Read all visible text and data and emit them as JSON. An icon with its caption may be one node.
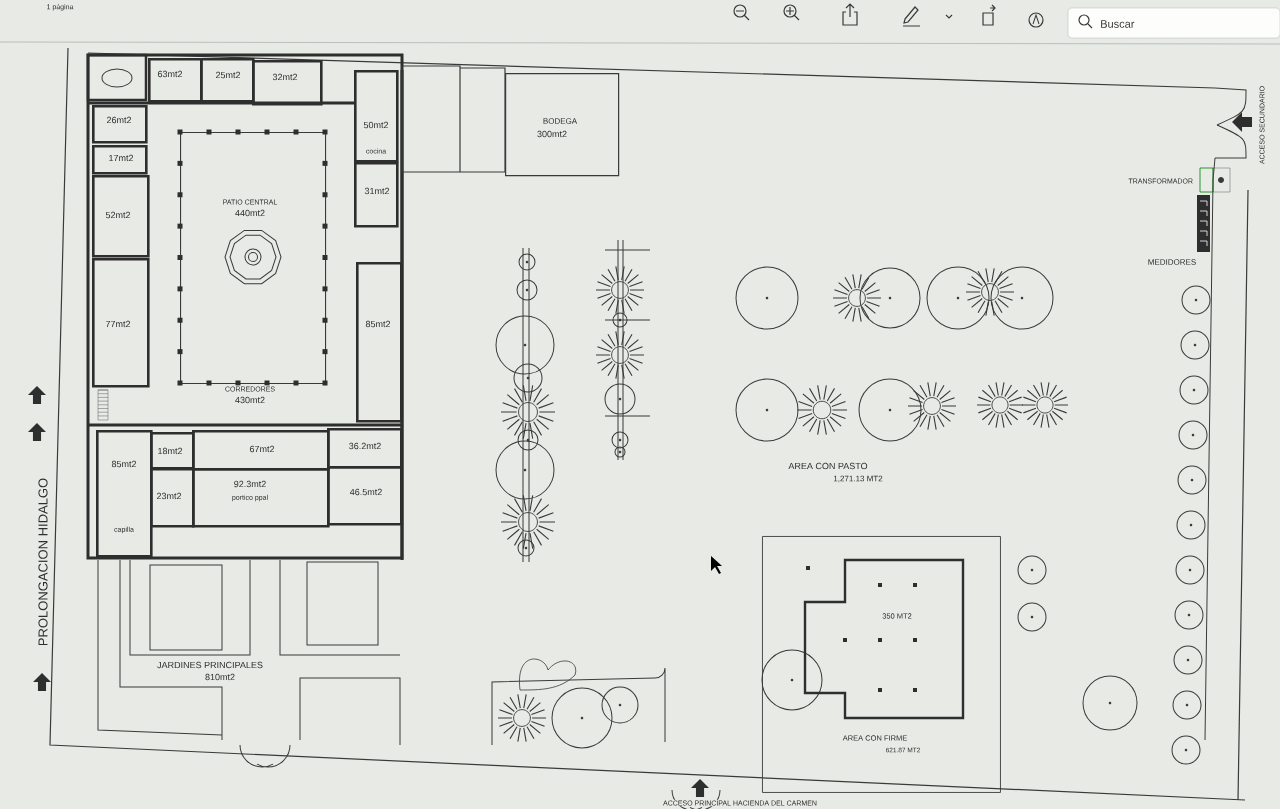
{
  "diagram": {
    "nodes": [
      {
        "text": [
          "63mt2"
        ]
      },
      {
        "text": [
          "25mt2"
        ]
      },
      {
        "text": [
          "32mt2"
        ]
      },
      {
        "text": [
          "26mt2"
        ]
      },
      {
        "text": [
          "17mt2"
        ]
      },
      {
        "text": [
          "52mt2"
        ]
      },
      {
        "text": [
          "77mt2"
        ]
      },
      {
        "text": [
          "PATIO CENTRAL",
          "440mt2"
        ]
      },
      {
        "text": [
          "50mt2",
          "cocina"
        ]
      },
      {
        "text": [
          "31mt2"
        ]
      },
      {
        "text": [
          "85mt2"
        ]
      },
      {
        "text": [
          "85mt2",
          "capilla"
        ]
      },
      {
        "text": [
          "18mt2"
        ]
      },
      {
        "text": [
          "67mt2"
        ]
      },
      {
        "text": [
          "36.2mt2"
        ]
      },
      {
        "text": [
          "23mt2"
        ]
      },
      {
        "text": [
          "92.3mt2",
          "portico ppal"
        ]
      },
      {
        "text": [
          "46.5mt2"
        ]
      },
      {
        "text": [
          "BODEGA",
          "300mt2"
        ]
      },
      {
        "text": [
          "AREA CON FIRME",
          "621.87 MT2"
        ]
      },
      {
        "text": [
          "350 MT2"
        ],
        "in": 19
      }
    ],
    "labels": [
      "1 página",
      "Buscar",
      "CORREDORES",
      "430mt2",
      "JARDINES PRINCIPALES",
      "810mt2",
      "AREA CON PASTO",
      "1,271.13 MT2",
      "TRANSFORMADOR",
      "MEDIDORES",
      "ACCESO SECUNDARIO",
      "PROLONGACION HIDALGO",
      "ACCESO PRINCIPAL HACIENDA DEL CARMEN"
    ]
  }
}
